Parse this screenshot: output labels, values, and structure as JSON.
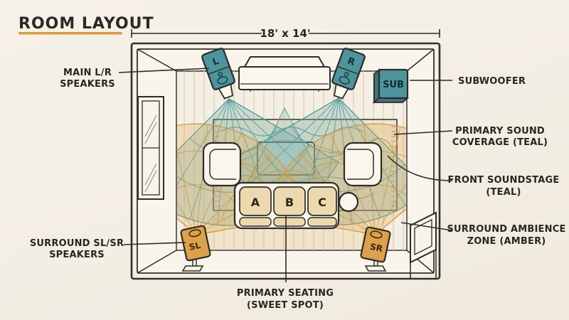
{
  "header": {
    "title": "ROOM LAYOUT",
    "room_dimensions": "18' x 14'"
  },
  "room": {
    "speakers": {
      "front_left": "L",
      "front_right": "R",
      "subwoofer": "SUB",
      "surround_left": "SL",
      "surround_right": "SR"
    },
    "seats": [
      "A",
      "B",
      "C"
    ]
  },
  "callouts": {
    "main_speakers": {
      "line1": "MAIN L/R",
      "line2": "SPEAKERS"
    },
    "subwoofer": {
      "line1": "SUBWOOFER"
    },
    "primary_coverage": {
      "line1": "PRIMARY SOUND",
      "line2": "COVERAGE (TEAL)"
    },
    "front_soundstage": {
      "line1": "FRONT SOUNDSTAGE",
      "line2": "(TEAL)"
    },
    "surround_zone": {
      "line1": "SURROUND AMBIENCE",
      "line2": "ZONE (AMBER)"
    },
    "surround_speakers": {
      "line1": "SURROUND SL/SR",
      "line2": "SPEAKERS"
    },
    "primary_seating": {
      "line1": "PRIMARY SEATING",
      "line2": "(SWEET SPOT)"
    }
  },
  "colors": {
    "teal": "#4e949c",
    "teal_dark": "#2f6b73",
    "teal_zone_line": "#4e9a97",
    "amber": "#dda04b",
    "amber_zone_line": "#cf9a40",
    "ink": "#2e2b26",
    "underline": "#dd9b33",
    "background": "#f3eee3",
    "cushion": "#ecd9ae"
  }
}
